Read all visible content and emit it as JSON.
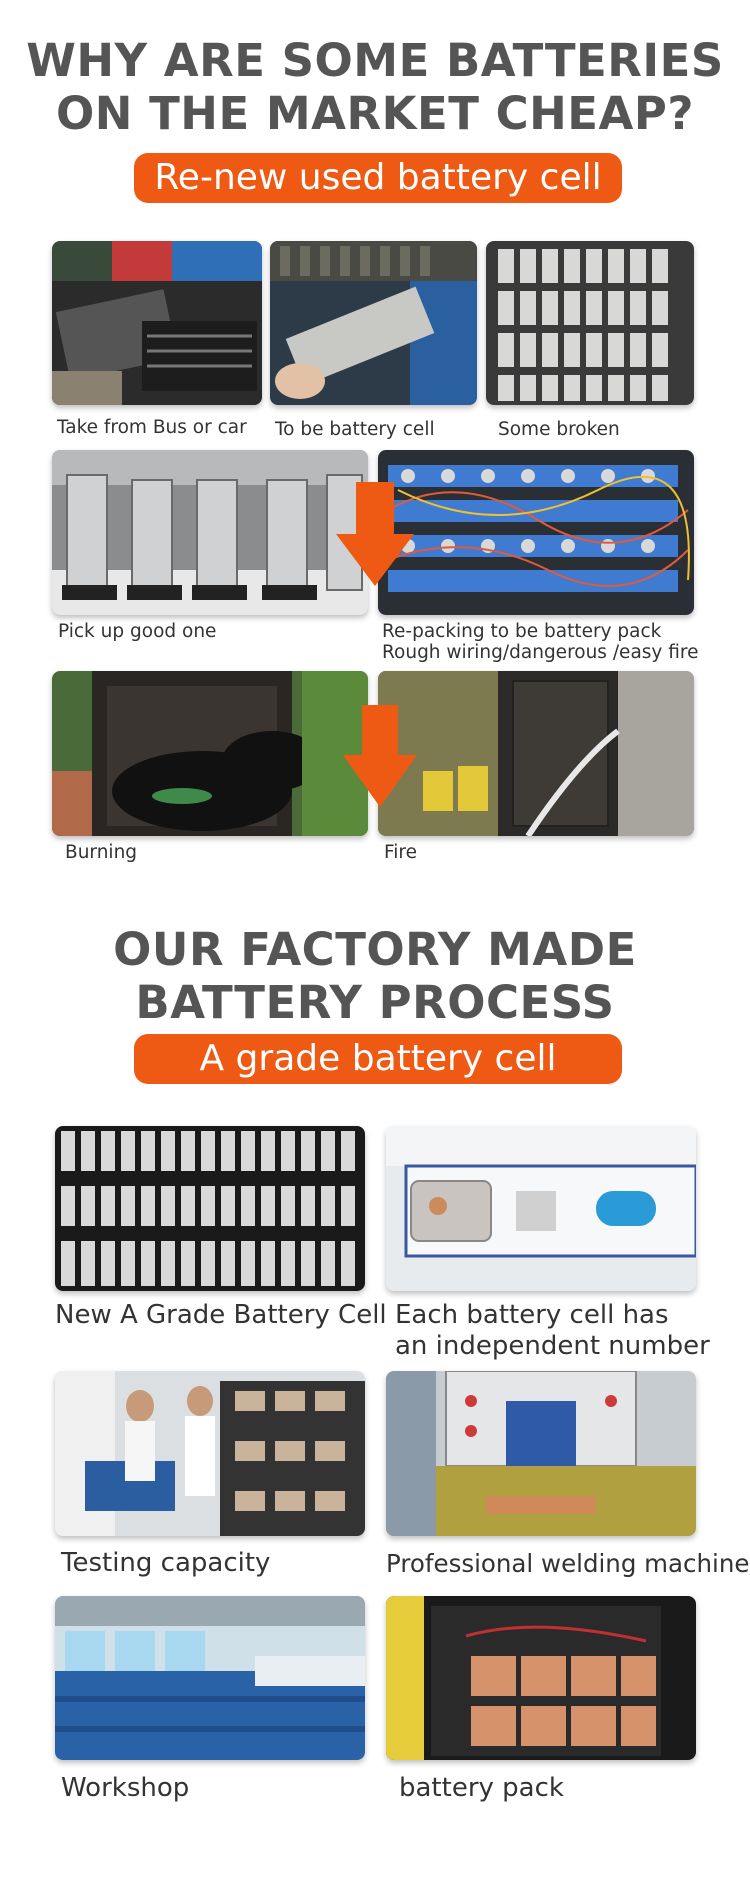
{
  "section1": {
    "title_line1": "WHY ARE SOME BATTERIES",
    "title_line2": "ON THE MARKET CHEAP?",
    "pill": "Re-new used battery cell",
    "captions": {
      "take_from_bus": "Take from Bus or car",
      "to_be_cell": "To be battery cell",
      "some_broken": "Some broken",
      "pick_up": "Pick up good one",
      "repacking_1": "Re-packing to be battery pack",
      "repacking_2": "Rough wiring/dangerous /easy fire",
      "burning": "Burning",
      "fire": "Fire"
    }
  },
  "section2": {
    "title_line1": "OUR FACTORY MADE",
    "title_line2": "BATTERY PROCESS",
    "pill": "A grade battery cell",
    "captions": {
      "new_cell": "New A Grade Battery Cell",
      "independent_1": "Each battery cell has",
      "independent_2": "an independent number",
      "testing": "Testing capacity",
      "welding": "Professional welding machine",
      "workshop": "Workshop",
      "battery_pack": "battery pack"
    }
  },
  "colors": {
    "accent_orange": "#ee5a14",
    "title_gray": "#555555",
    "caption": "#333333"
  }
}
